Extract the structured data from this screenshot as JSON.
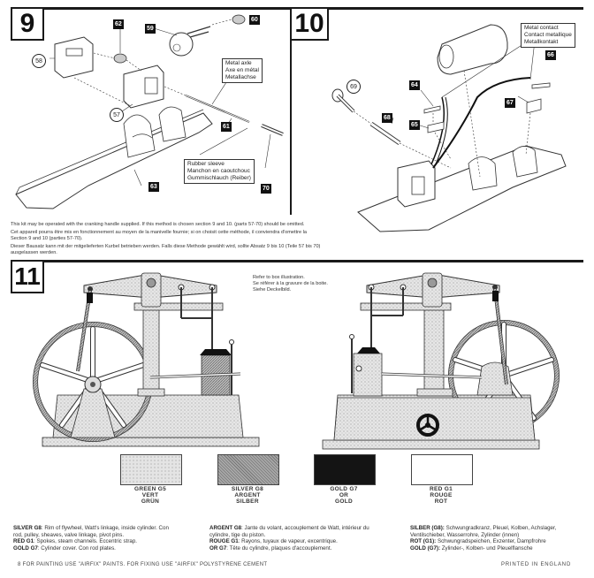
{
  "steps": {
    "step9": {
      "number": "9",
      "parts_square": [
        "62",
        "59",
        "60",
        "61",
        "63",
        "70"
      ],
      "parts_circle": [
        "58",
        "57"
      ],
      "callouts": {
        "metal_axle": [
          "Metal axle",
          "Axe en métal",
          "Metallachse"
        ],
        "rubber_sleeve": [
          "Rubber sleeve",
          "Manchon en caoutchouc",
          "Gummischlauch (Reiber)"
        ]
      }
    },
    "step10": {
      "number": "10",
      "parts_square": [
        "64",
        "65",
        "66",
        "67",
        "68"
      ],
      "parts_circle": [
        "69"
      ],
      "callouts": {
        "metal_contact": [
          "Metal contact",
          "Contact metallique",
          "Metallkontakt"
        ]
      }
    },
    "step11": {
      "number": "11",
      "note": [
        "Refer to box illustration.",
        "Se référer à la gravure de la boite.",
        "Siehe Deckelbild."
      ]
    }
  },
  "crank_note": {
    "en": "This kit may be operated with the cranking handle supplied. If this method is chosen section 9 and 10. (parts 57-70) should be omitted.",
    "fr_line1": "Cet appareil pourra être mis en fonctionnement au moyen de la manivelle fournie; si on choisit cette méthode, il conviendra d'omettre la",
    "fr_line2": "Section 9 and 10 (parties 57-70).",
    "de_line1": "Dieser Bausatz kann mit der mitgelieferten Kurbel betrieben werden. Falls diese Methode gewählt wird, sollte Absatz 9 bis 10 (Teile 57 bis 70)",
    "de_line2": "ausgelassen werden."
  },
  "swatches": [
    {
      "label": [
        "GREEN G5",
        "VERT",
        "GRÜN"
      ],
      "color": "#e4e4e4",
      "pattern": "dots"
    },
    {
      "label": [
        "SILVER G8",
        "ARGENT",
        "SILBER"
      ],
      "color": "#a8a8a8",
      "pattern": "hatch"
    },
    {
      "label": [
        "GOLD G7",
        "OR",
        "GOLD"
      ],
      "color": "#141414",
      "pattern": "solid"
    },
    {
      "label": [
        "RED G1",
        "ROUGE",
        "ROT"
      ],
      "color": "#ffffff",
      "pattern": "none"
    }
  ],
  "legend": {
    "en": [
      {
        "key": "SILVER G8",
        "text": ": Rim of flywheel, Watt's linkage, inside cylinder. Con"
      },
      {
        "key": "",
        "text": "rod, pulley, sheaves, valve linkage, pivot pins."
      },
      {
        "key": "RED G1",
        "text": ": Spokes, steam channels. Eccentric strap."
      },
      {
        "key": "GOLD G7",
        "text": ": Cylinder cover. Con rod plates."
      }
    ],
    "fr": [
      {
        "key": "ARGENT G8",
        "text": ": Jante du volant, accouplement de Watt, intérieur du"
      },
      {
        "key": "",
        "text": "cylindre, tige du piston."
      },
      {
        "key": "ROUGE G1",
        "text": ": Rayons, tuyaux de vapeur, excentrique."
      },
      {
        "key": "OR G7",
        "text": ": Tête du cylindre, plaques d'accouplement."
      }
    ],
    "de": [
      {
        "key": "SILBER (G8):",
        "text": " Schwungradkranz, Pleuel, Kolben, Achslager,"
      },
      {
        "key": "",
        "text": "Ventilschieber, Wasserrohre, Zylinder (innen)"
      },
      {
        "key": "ROT (G1):",
        "text": " Schwungradspeichen, Exzenter, Dampfrohre"
      },
      {
        "key": "GOLD (G7):",
        "text": " Zylinder-, Kolben- und Pleuelflansche"
      }
    ]
  },
  "footer": {
    "page_note": "8  FOR PAINTING USE \"AIRFIX\" PAINTS. FOR FIXING USE \"AIRFIX\" POLYSTYRENE CEMENT",
    "printed": "PRINTED  IN  ENGLAND"
  },
  "colors": {
    "ink": "#1a1a1a",
    "paper": "#ffffff",
    "stipple": "#d8d8d8"
  }
}
